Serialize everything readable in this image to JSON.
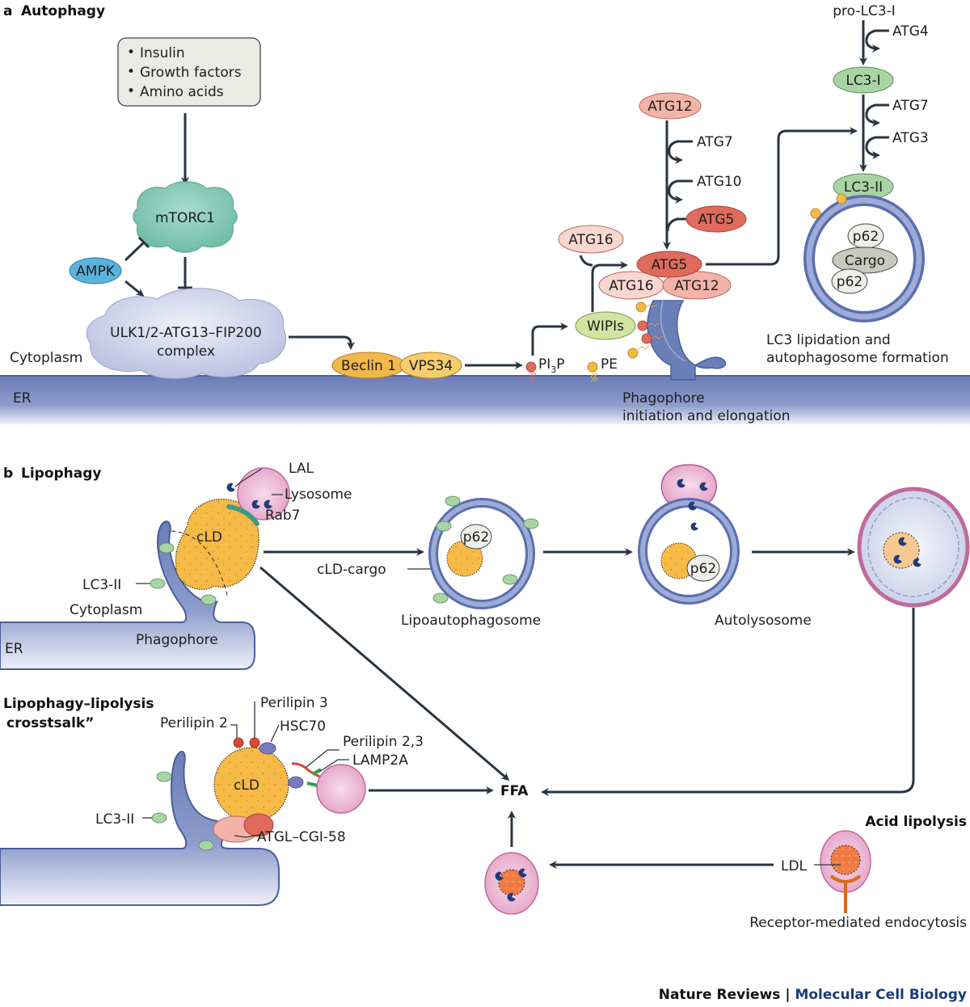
{
  "panel_a": {
    "letter": "a",
    "title": "Autophagy",
    "signals": [
      "Insulin",
      "Growth factors",
      "Amino acids"
    ],
    "bullet": "•",
    "mtorc1": "mTORC1",
    "ampk": "AMPK",
    "ulk_line1": "ULK1/2-ATG13–FIP200",
    "ulk_line2": "complex",
    "cytoplasm": "Cytoplasm",
    "er": "ER",
    "beclin": "Beclin 1",
    "vps34": "VPS34",
    "pi3p_main": "PI",
    "pi3p_sub": "3",
    "pi3p_end": "P",
    "pe": "PE",
    "wipis": "WIPIs",
    "atg16_free": "ATG16",
    "atg12_top": "ATG12",
    "atg7_a": "ATG7",
    "atg10": "ATG10",
    "atg5_free": "ATG5",
    "atg5_complex": "ATG5",
    "atg16_complex": "ATG16",
    "atg12_complex": "ATG12",
    "pro_lc3": "pro-LC3-I",
    "atg4": "ATG4",
    "lc3_i": "LC3-I",
    "atg7_b": "ATG7",
    "atg3": "ATG3",
    "lc3_ii": "LC3-II",
    "p62_a": "p62",
    "cargo": "Cargo",
    "p62_b": "p62",
    "phagophore_line1": "Phagophore",
    "phagophore_line2": "initiation and elongation",
    "lc3_caption_line1": "LC3 lipidation and",
    "lc3_caption_line2": "autophagosome formation"
  },
  "panel_b": {
    "letter": "b",
    "title": "Lipophagy",
    "lal": "LAL",
    "lysosome": "Lysosome",
    "rab7": "Rab7",
    "cld": "cLD",
    "lc3_ii": "LC3-II",
    "cytoplasm": "Cytoplasm",
    "phagophore": "Phagophore",
    "er": "ER",
    "cld_cargo": "cLD-cargo",
    "p62_1": "p62",
    "p62_2": "p62",
    "lipoautophagosome": "Lipoautophagosome",
    "autolysosome": "Autolysosome",
    "crosstalk_line1": "Lipophagy–lipolysis",
    "crosstalk_line2": "crosstsalk”",
    "perilipin2": "Perilipin 2",
    "perilipin3": "Perilipin 3",
    "hsc70": "HSC70",
    "perilipin23": "Perilipin 2,3",
    "lamp2a": "LAMP2A",
    "cld2": "cLD",
    "lc3_ii_2": "LC3-II",
    "atgl": "ATGL–CGI-58",
    "ffa": "FFA",
    "acid_lipolysis": "Acid lipolysis",
    "ldl": "LDL",
    "endocytosis": "Receptor-mediated endocytosis"
  },
  "footer": {
    "journal": "Nature Reviews",
    "separator": " | ",
    "section": "Molecular Cell Biology"
  },
  "colors": {
    "membrane": "#6a7fb8",
    "membrane_dark": "#4a5f9e",
    "mtorc1": "#7fc7b4",
    "ampk": "#5ab3dc",
    "ulk": "#c8cde6",
    "beclin": "#f3b84a",
    "atg_dark": "#e06a5c",
    "atg_light": "#f3b3a8",
    "lc3": "#a8d4a6",
    "wipi": "#d3e3a2",
    "lipid": "#f5b944",
    "lysosome": "#e7a9cc",
    "enzyme": "#253a78",
    "footer_blue": "#1c3a78"
  }
}
